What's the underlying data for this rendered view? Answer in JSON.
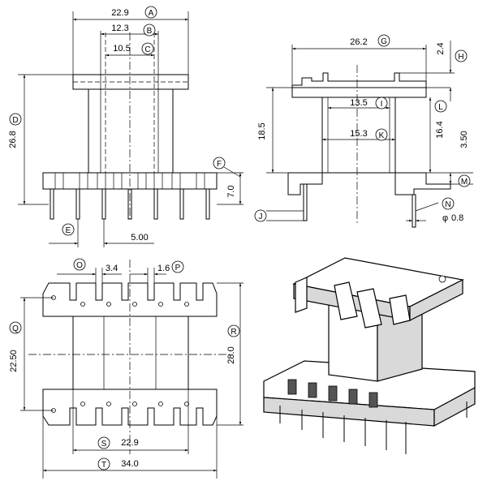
{
  "dimensions": {
    "A": "22.9",
    "B": "12.3",
    "C": "10.5",
    "D": "26.8",
    "F": "7.0",
    "E": "5.00",
    "G": "26.2",
    "H": "2.4",
    "I": "13.5",
    "K": "15.3",
    "L": "16.4",
    "total_height": "18.5",
    "M": "3.50",
    "N": "0.8",
    "O": "3.4",
    "P": "1.6",
    "Q": "22.50",
    "R": "28.0",
    "S": "22.9",
    "T": "34.0"
  },
  "diameter_symbol": "φ",
  "labels": {
    "A": "A",
    "B": "B",
    "C": "C",
    "D": "D",
    "E": "E",
    "F": "F",
    "G": "G",
    "H": "H",
    "I": "I",
    "J": "J",
    "K": "K",
    "L": "L",
    "M": "M",
    "N": "N",
    "O": "O",
    "P": "P",
    "Q": "Q",
    "R": "R",
    "S": "S",
    "T": "T"
  }
}
